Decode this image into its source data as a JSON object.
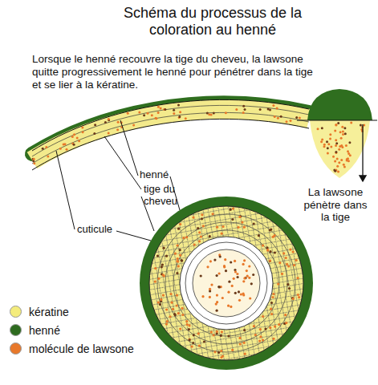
{
  "diagram": {
    "title": "Schéma du processus de la coloration au henné",
    "labels": [
      "Lorsque le henné recouvre la tige du cheveu, la lawsone quitte progressivement le henné pour pénétrer dans la tige et se lier à la kératine.",
      "henné",
      "tige du cheveu",
      "cuticule",
      "La lawsone pénètre dans la tige"
    ],
    "legend": [
      {
        "text": "kératine",
        "color": "#f4ec7c"
      },
      {
        "text": "henné",
        "color": "#2e6b1f"
      },
      {
        "text": "molécule de lawsone",
        "color": "#e8782a"
      }
    ]
  }
}
